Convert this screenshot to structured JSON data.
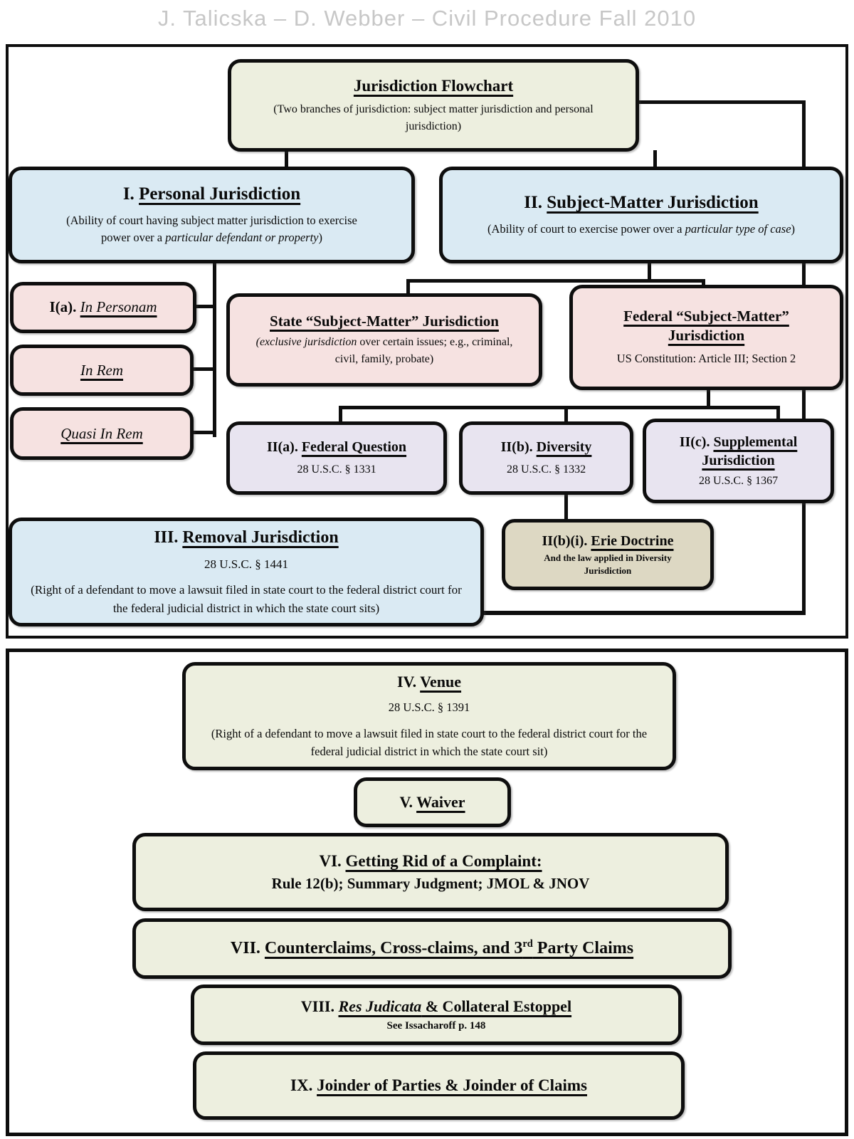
{
  "header": {
    "title": "J. Talicska – D. Webber – Civil Procedure Fall 2010"
  },
  "colors": {
    "header_gray": "#c7c7c7",
    "line_black": "#0e0e0e",
    "cream_fill": "#edefdf",
    "blue_fill": "#daeaf3",
    "pink_fill": "#f6e2e1",
    "lavender_fill": "#e8e4f0",
    "tan_fill": "#ddd8c3"
  },
  "boxes": {
    "root": {
      "title": "Jurisdiction Flowchart",
      "subtitle": "(Two branches of jurisdiction: subject matter jurisdiction and personal jurisdiction)"
    },
    "personal": {
      "prefix": "I. ",
      "title": "Personal Jurisdiction",
      "sub_pre": "(Ability of court having subject matter jurisdiction to exercise power over a ",
      "sub_italic": "particular defendant or property",
      "sub_post": ")"
    },
    "subject_matter": {
      "prefix": "II. ",
      "title": "Subject-Matter Jurisdiction",
      "sub_pre": "(Ability of court to exercise power over a ",
      "sub_italic": "particular type of case",
      "sub_post": ")"
    },
    "in_personam": {
      "prefix": "I(a). ",
      "title": "In Personam"
    },
    "in_rem": {
      "title": "In Rem"
    },
    "quasi_in_rem": {
      "title": "Quasi In Rem"
    },
    "state_smj": {
      "title": "State “Subject-Matter” Jurisdiction",
      "sub_italic": "(exclusive jurisdiction",
      "sub_post": " over certain issues; e.g., criminal, civil, family, probate)"
    },
    "federal_smj": {
      "title": "Federal “Subject-Matter” Jurisdiction",
      "subtitle": "US Constitution: Article III; Section 2"
    },
    "federal_question": {
      "prefix": "II(a). ",
      "title": "Federal Question",
      "statute": "28 U.S.C. § 1331"
    },
    "diversity": {
      "prefix": "II(b). ",
      "title": "Diversity",
      "statute": "28 U.S.C. § 1332"
    },
    "supplemental": {
      "prefix": "II(c). ",
      "title": "Supplemental Jurisdiction",
      "statute": "28 U.S.C. § 1367"
    },
    "removal": {
      "prefix": "III. ",
      "title": "Removal Jurisdiction",
      "statute": "28 U.S.C. § 1441",
      "subtitle": "(Right of a defendant to move a lawsuit filed in state court to the federal district court for the federal judicial district in which the state court sits)"
    },
    "erie": {
      "prefix": "II(b)(i). ",
      "title": "Erie Doctrine",
      "subtitle": "And the law applied in Diversity Jurisdiction"
    },
    "venue": {
      "prefix": "IV. ",
      "title": "Venue",
      "statute": "28 U.S.C. § 1391",
      "subtitle": "(Right of a defendant to move a lawsuit filed in state court to the federal district court for the federal judicial district in which the state court sit)"
    },
    "waiver": {
      "prefix": "V. ",
      "title": "Waiver"
    },
    "getting_rid": {
      "prefix": "VI. ",
      "title": "Getting Rid of a Complaint:",
      "line2": "Rule 12(b); Summary Judgment; JMOL & JNOV"
    },
    "counterclaims": {
      "prefix": "VII. ",
      "title_pre": "Counterclaims, Cross-claims, and 3",
      "title_sup": "rd",
      "title_post": " Party Claims"
    },
    "res_judicata": {
      "prefix": "VIII. ",
      "title_italic": "Res Judicata",
      "title_post": " & Collateral Estoppel",
      "note": "See Issacharoff p. 148"
    },
    "joinder": {
      "prefix": "IX. ",
      "title": "Joinder of Parties & Joinder of Claims"
    }
  }
}
